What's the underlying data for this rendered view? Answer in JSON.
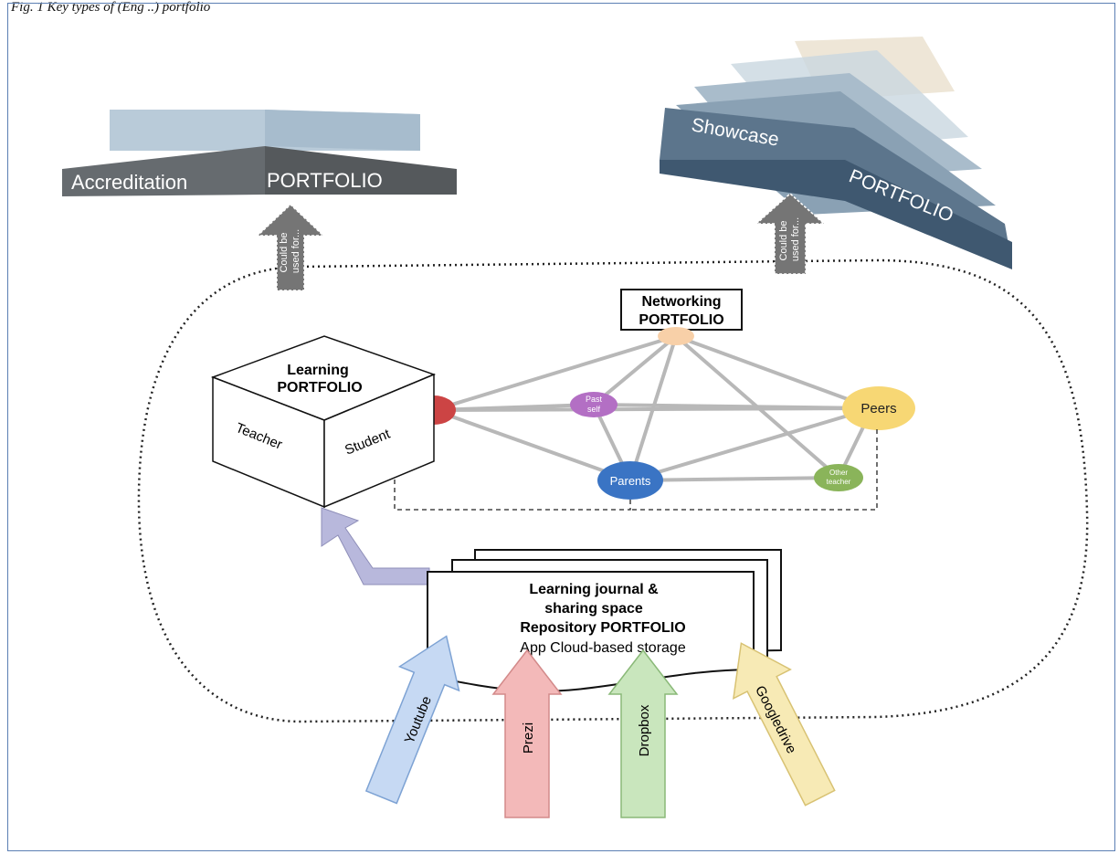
{
  "caption": "Fig. 1 Key types of (Eng ..) portfolio",
  "accreditation": {
    "word1": "Accreditation",
    "word2": "PORTFOLIO",
    "arrow_line1": "Could be",
    "arrow_line2": "used for..."
  },
  "showcase": {
    "word1": "Showcase",
    "word2": "PORTFOLIO",
    "arrow_line1": "Could be",
    "arrow_line2": "used for..."
  },
  "networking": {
    "title_line1": "Networking",
    "title_line2": "PORTFOLIO",
    "nodes": {
      "past_self_1": "Past",
      "past_self_2": "self",
      "peers": "Peers",
      "parents": "Parents",
      "other_teacher_1": "Other",
      "other_teacher_2": "teacher"
    }
  },
  "learning": {
    "title_line1": "Learning",
    "title_line2": "PORTFOLIO",
    "teacher": "Teacher",
    "student": "Student"
  },
  "repository": {
    "line1": "Learning journal &",
    "line2": "sharing space",
    "line3": "Repository PORTFOLIO",
    "line4": "App Cloud-based storage"
  },
  "inputs": {
    "youtube": "Youtube",
    "prezi": "Prezi",
    "dropbox": "Dropbox",
    "googledrive": "Googledrive"
  },
  "colors": {
    "node_red": "#cc4444",
    "node_purple": "#b36fc4",
    "node_peach": "#f8d0a8",
    "node_yellow": "#f7d774",
    "node_blue": "#3a74c4",
    "node_green": "#8ab45a",
    "arrow_purple": "#b8b8dc",
    "arrow_blue": "#c6d9f3",
    "arrow_red": "#f3b9b9",
    "arrow_green": "#c9e6bd",
    "arrow_yellow": "#f7eab5"
  }
}
